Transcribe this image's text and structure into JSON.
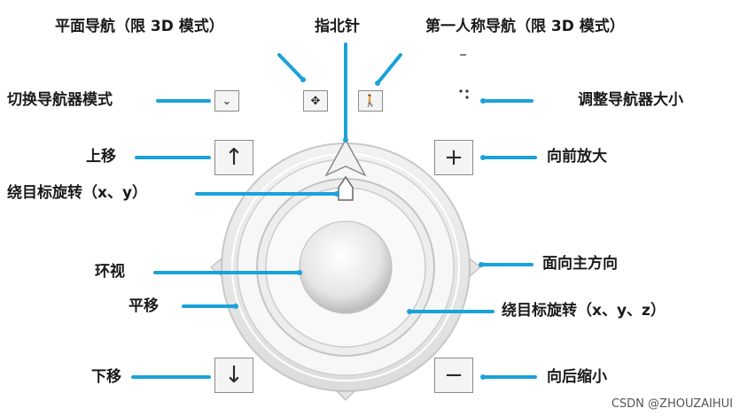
{
  "labels": {
    "plane_nav": "平面导航（限 3D 模式）",
    "compass": "指北针",
    "first_person": "第一人称导航（限 3D 模式）",
    "switch_mode": "切换导航器模式",
    "resize": "调整导航器大小",
    "move_up": "上移",
    "zoom_in": "向前放大",
    "orbit_xy": "绕目标旋转（x、y）",
    "look_around": "环视",
    "face_north": "面向主方向",
    "pan": "平移",
    "orbit_xyz": "绕目标旋转（x、y、z）",
    "move_down": "下移",
    "zoom_out": "向后缩小"
  },
  "buttons": {
    "up_arrow": "↑",
    "down_arrow": "↓",
    "plus": "+",
    "minus": "−",
    "chevron": "⌄",
    "move4": "✥",
    "walker": "🚶"
  },
  "watermark": "CSDN @ZHOUZAIHUI",
  "colors": {
    "leader": "#1aa3d9",
    "ring": "#d9d9d9"
  }
}
